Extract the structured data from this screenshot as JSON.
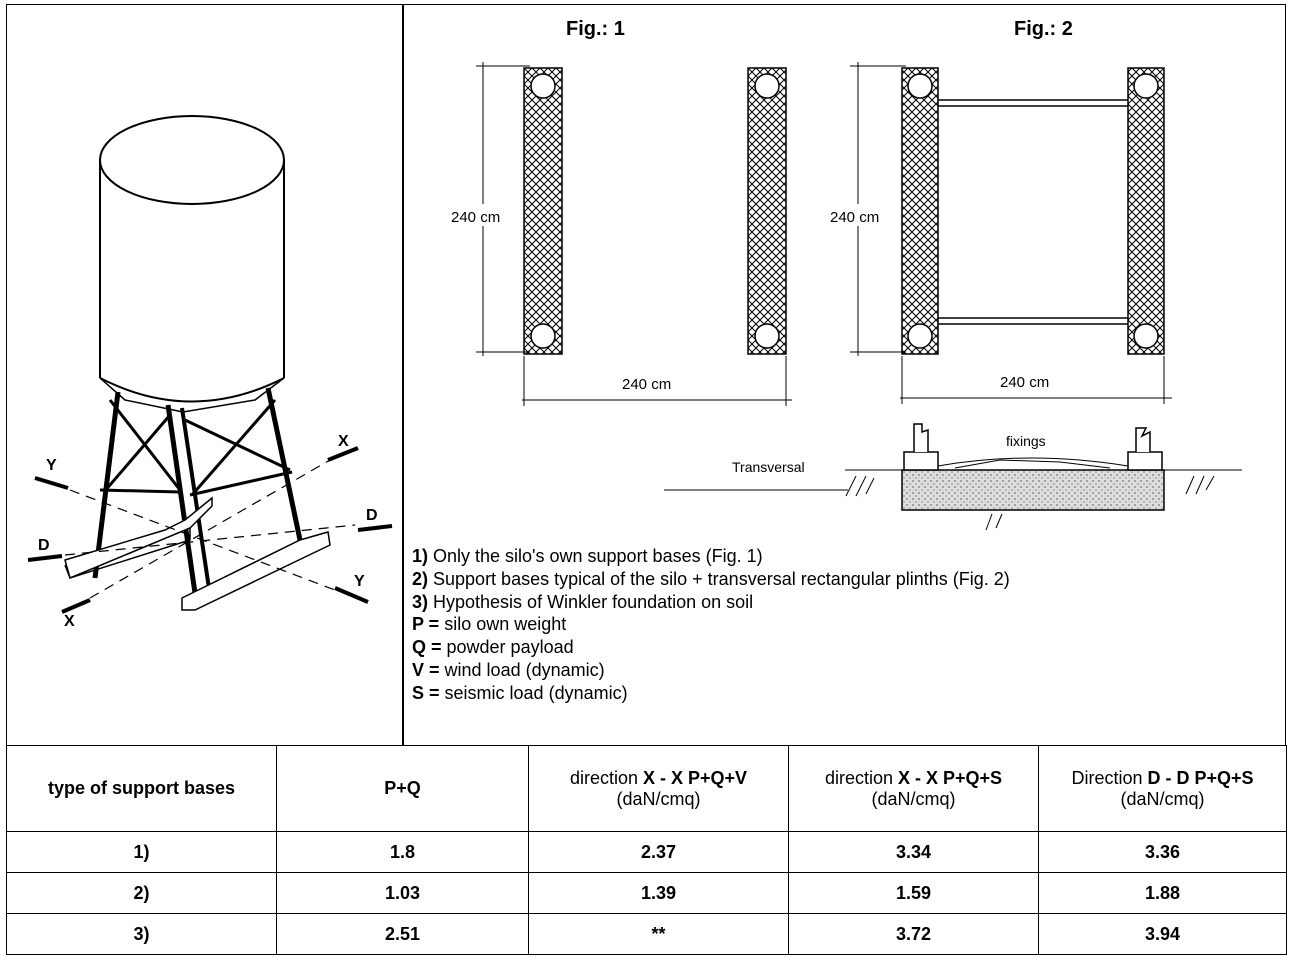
{
  "figures": {
    "fig1_title": "Fig.: 1",
    "fig2_title": "Fig.: 2",
    "fig1_height_dim": "240 cm",
    "fig1_width_dim": "240 cm",
    "fig2_height_dim": "240 cm",
    "fig2_width_dim": "240 cm",
    "section_transversal": "Transversal",
    "section_fixings": "fixings",
    "axis_labels": {
      "x1": "X",
      "x2": "X",
      "y1": "Y",
      "y2": "Y",
      "d1": "D",
      "d2": "D"
    }
  },
  "legend": [
    {
      "key": "1)",
      "text": " Only the silo's own support bases (Fig. 1)"
    },
    {
      "key": "2)",
      "text": " Support bases typical of the silo + transversal rectangular plinths (Fig. 2)"
    },
    {
      "key": "3)",
      "text": " Hypothesis of Winkler foundation on soil"
    },
    {
      "key": "P =",
      "text": " silo own weight"
    },
    {
      "key": "Q =",
      "text": " powder payload"
    },
    {
      "key": "V =",
      "text": " wind load (dynamic)"
    },
    {
      "key": "S =",
      "text": " seismic load (dynamic)"
    }
  ],
  "table": {
    "headers": {
      "c0": "type of support bases",
      "c1": "P+Q",
      "c2_pre": "direction ",
      "c2_bold": "X - X P+Q+V",
      "c2_unit": "(daN/cmq)",
      "c3_pre": "direction ",
      "c3_bold": "X - X P+Q+S",
      "c3_unit": "(daN/cmq)",
      "c4_pre": "Direction ",
      "c4_bold": "D - D P+Q+S",
      "c4_unit": "(daN/cmq)"
    },
    "rows": [
      [
        "1)",
        "1.8",
        "2.37",
        "3.34",
        "3.36"
      ],
      [
        "2)",
        "1.03",
        "1.39",
        "1.59",
        "1.88"
      ],
      [
        "3)",
        "2.51",
        "**",
        "3.72",
        "3.94"
      ]
    ]
  }
}
